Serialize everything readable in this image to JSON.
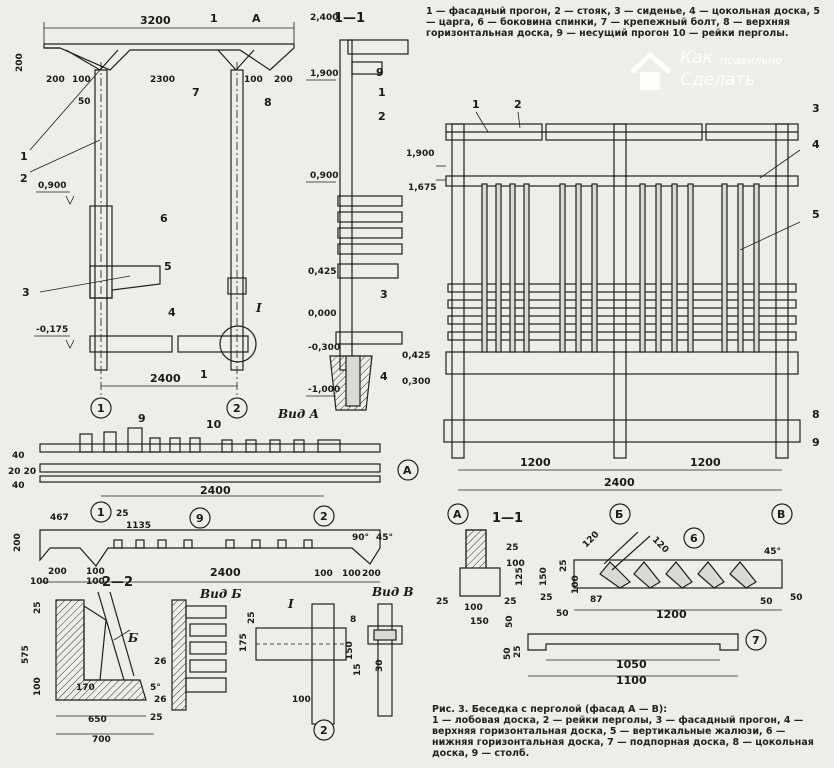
{
  "legend_top": "1 — фасадный прогон, 2 — стояк, 3 — сиденье, 4 — цокольная доска, 5 — царга, 6 — боковина спинки, 7 — крепежный болт, 8 — верхняя горизонтальная доска, 9 — несущий прогон 10 — рейки перголы.",
  "caption": {
    "title": "Рис. 3. Беседка с перголой (фасад А — В):",
    "body": "1 — лобовая доска, 2 — рейки перголы, 3 — фасадный прогон, 4 — верхняя горизонтальная доска, 5 — вертикальные жалюзи, 6 — нижняя горизонтальная доска, 7 — подпорная доска, 8 — цокольная доска, 9 — столб."
  },
  "watermark": {
    "line1": "Как",
    "line2": "правильно",
    "line3": "Сделать"
  },
  "section_labels": {
    "s11_top": "1—1",
    "s11_bottom": "1—1",
    "s22": "2—2",
    "vid_a": "Вид А",
    "vid_b": "Вид Б",
    "vid_v": "Вид В",
    "detail_i": "I"
  },
  "axis_marks": {
    "a": "А",
    "b": "Б",
    "v": "В",
    "one": "1",
    "two": "2",
    "six": "6",
    "nine": "9"
  },
  "elevations": {
    "e2400": "2,400",
    "e1900": "1,900",
    "e0900": "0,900",
    "e0900b": "0,900",
    "e0425": "0,425",
    "e0000": "0,000",
    "em0175": "-0,175",
    "em0300": "-0,300",
    "em1000": "-1,000",
    "r1900": "1,900",
    "r1675": "1,675",
    "r0425": "0,425",
    "r0300": "0,300"
  },
  "dims": {
    "d3200": "3200",
    "d200a": "200",
    "d200b": "200",
    "d100a": "100",
    "d2300": "2300",
    "d100b": "100",
    "d200c": "200",
    "d50": "50",
    "d2400a": "2400",
    "d2400b": "2400",
    "d40": "40",
    "d2030": "20 20",
    "d40b": "40",
    "d467": "467",
    "d25": "25",
    "d1135": "1135",
    "d200d": "200",
    "d200e": "200",
    "d100c": "100",
    "d2400c": "2400",
    "d100d": "100",
    "d100e": "100",
    "d200f": "200",
    "d90": "90°",
    "d45": "45°",
    "d100f": "100",
    "d100g": "100",
    "d575": "575",
    "d25b": "25",
    "d100h": "100",
    "d170": "170",
    "d650": "650",
    "d700": "700",
    "d25c": "25",
    "d5": "5°",
    "d26a": "26",
    "d26b": "26",
    "d175": "175",
    "d25d": "25",
    "d8": "8",
    "d150": "150",
    "d100i": "100",
    "d15": "15",
    "d30": "30",
    "r1200a": "1200",
    "r1200b": "1200",
    "r2400": "2400",
    "s25a": "25",
    "s100a": "100",
    "s125": "125",
    "s25b": "25",
    "s150a": "150",
    "s25c": "25",
    "s100b": "100",
    "s25d": "25",
    "s120a": "120",
    "s120b": "120",
    "s45": "45°",
    "s25e": "25",
    "s150b": "150",
    "s100c": "100",
    "s87": "87",
    "s50a": "50",
    "s1200": "1200",
    "s50b": "50",
    "s50c": "50",
    "s50d": "50",
    "s1050": "1050",
    "s1100": "1100",
    "s25f": "25",
    "s50e": "50"
  },
  "callouts": [
    "1",
    "2",
    "3",
    "4",
    "5",
    "6",
    "7",
    "8",
    "9",
    "10"
  ],
  "colors": {
    "ink": "#1f1f1f",
    "paper": "#ededea",
    "watermark": "#ffffff"
  }
}
